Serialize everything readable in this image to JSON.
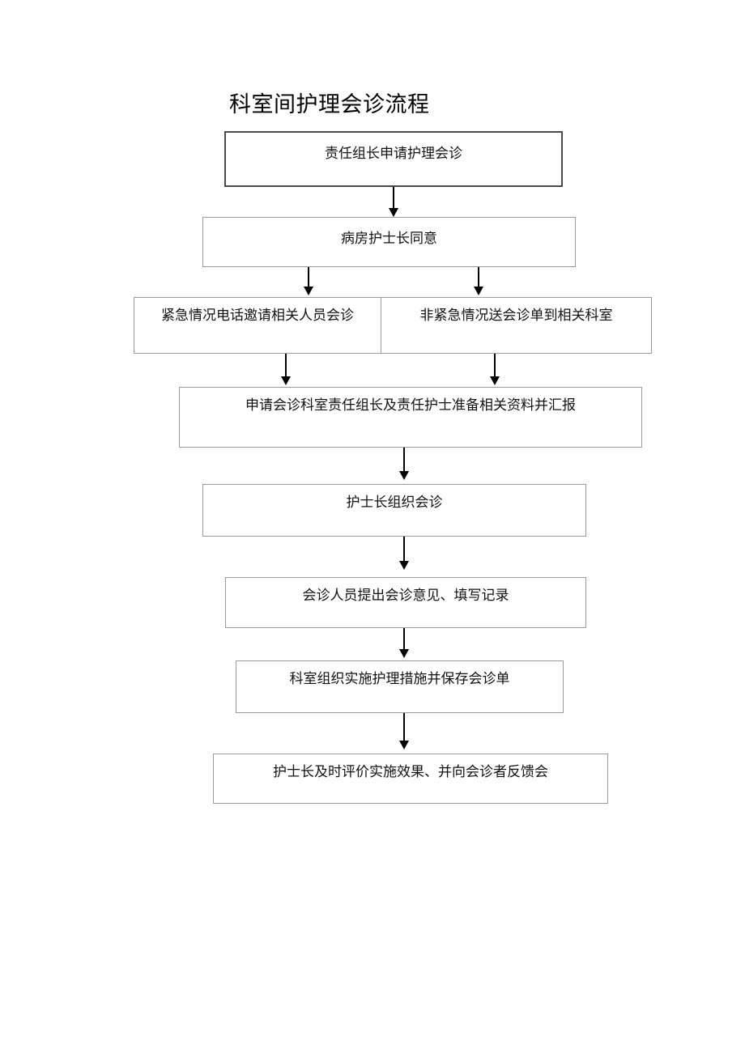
{
  "document": {
    "title": "科室间护理会诊流程",
    "type": "flowchart",
    "orientation": "top-to-bottom",
    "page_background": "#ffffff",
    "box_border_color": "#9a9a9a",
    "box_border_color_emphasis": "#4a4a4a",
    "connector_color": "#000000"
  },
  "flow": {
    "nodes": [
      {
        "id": "n1",
        "label": "责任组长申请护理会诊"
      },
      {
        "id": "n2",
        "label": "病房护士长同意"
      },
      {
        "id": "n3a",
        "label": "紧急情况电话邀请相关人员会诊"
      },
      {
        "id": "n3b",
        "label": "非紧急情况送会诊单到相关科室"
      },
      {
        "id": "n4",
        "label": "申请会诊科室责任组长及责任护士准备相关资料并汇报"
      },
      {
        "id": "n5",
        "label": "护士长组织会诊"
      },
      {
        "id": "n6",
        "label": "会诊人员提出会诊意见、填写记录"
      },
      {
        "id": "n7",
        "label": "科室组织实施护理措施并保存会诊单"
      },
      {
        "id": "n8",
        "label": "护士长及时评价实施效果、并向会诊者反馈会"
      }
    ],
    "edges": [
      {
        "from": "n1",
        "to": "n2"
      },
      {
        "from": "n2",
        "to": "n3a"
      },
      {
        "from": "n2",
        "to": "n3b"
      },
      {
        "from": "n3a",
        "to": "n4"
      },
      {
        "from": "n3b",
        "to": "n4"
      },
      {
        "from": "n4",
        "to": "n5"
      },
      {
        "from": "n5",
        "to": "n6"
      },
      {
        "from": "n6",
        "to": "n7"
      },
      {
        "from": "n7",
        "to": "n8"
      }
    ]
  }
}
